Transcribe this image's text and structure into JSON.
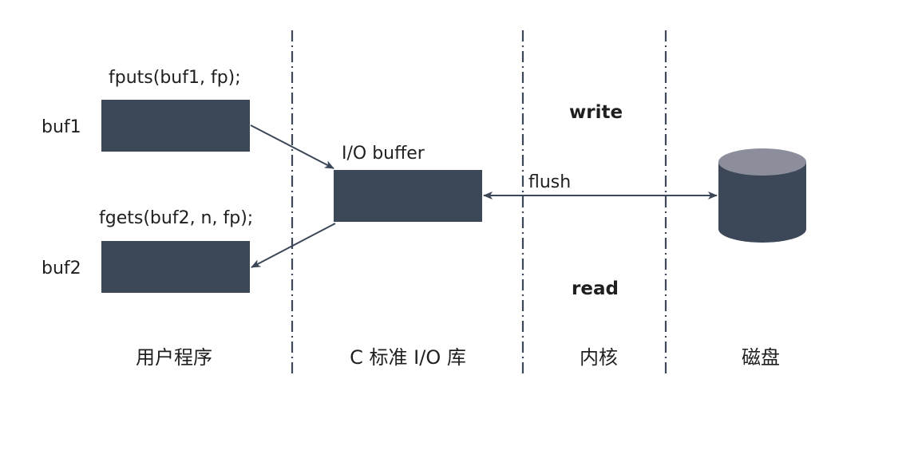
{
  "labels": {
    "fputs_call": "fputs(buf1, fp);",
    "fgets_call": "fgets(buf2, n, fp);",
    "buf1": "buf1",
    "buf2": "buf2",
    "io_buffer": "I/O buffer",
    "flush": "flush",
    "write": "write",
    "read": "read"
  },
  "zones": {
    "user_program": "用户程序",
    "c_stdio_lib": "C 标准 I/O 库",
    "kernel": "内核",
    "disk": "磁盘"
  },
  "colors": {
    "box_fill": "#3c4758",
    "disk_body": "#3c4758",
    "disk_top": "#8c8f9b",
    "line": "#3c4758",
    "text": "#1f1f1f"
  },
  "icons": {
    "disk": "cylinder-disk-icon"
  }
}
